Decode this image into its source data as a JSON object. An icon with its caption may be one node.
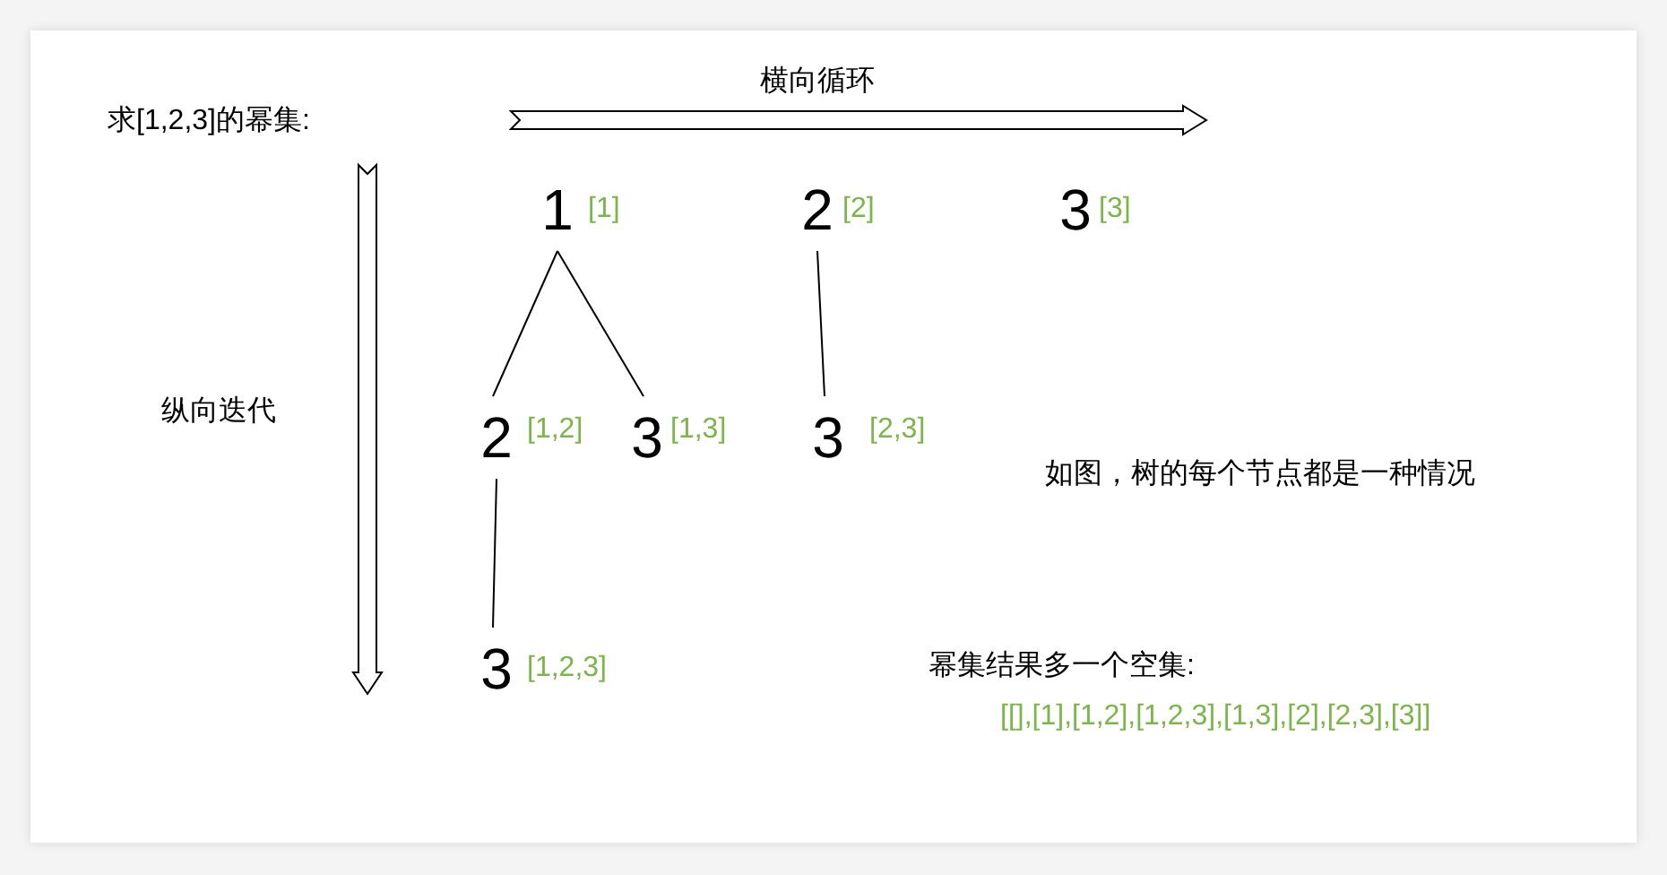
{
  "diagram": {
    "nodes": [
      {
        "text": [
          "1"
        ],
        "beside": [
          "[1]"
        ]
      },
      {
        "text": [
          "2"
        ],
        "beside": [
          "[2]"
        ]
      },
      {
        "text": [
          "3"
        ],
        "beside": [
          "[3]"
        ]
      },
      {
        "text": [
          "2"
        ],
        "beside": [
          "[1,2]"
        ]
      },
      {
        "text": [
          "3"
        ],
        "beside": [
          "[1,3]"
        ]
      },
      {
        "text": [
          "3"
        ],
        "beside": [
          "[2,3]"
        ]
      },
      {
        "text": [
          "3"
        ],
        "beside": [
          "[1,2,3]"
        ]
      }
    ],
    "edges": [
      {
        "from": 0,
        "to": 3,
        "arrow": "none"
      },
      {
        "from": 0,
        "to": 4,
        "arrow": "none"
      },
      {
        "from": 1,
        "to": 5,
        "arrow": "none"
      },
      {
        "from": 3,
        "to": 6,
        "arrow": "none"
      }
    ],
    "labels": [
      "求[1,2,3]的幂集:",
      "横向循环",
      "纵向迭代",
      "如图，树的每个节点都是一种情况",
      "幂集结果多一个空集:",
      "[[],[1],[1,2],[1,2,3],[1,3],[2],[2,3],[3]]"
    ]
  }
}
